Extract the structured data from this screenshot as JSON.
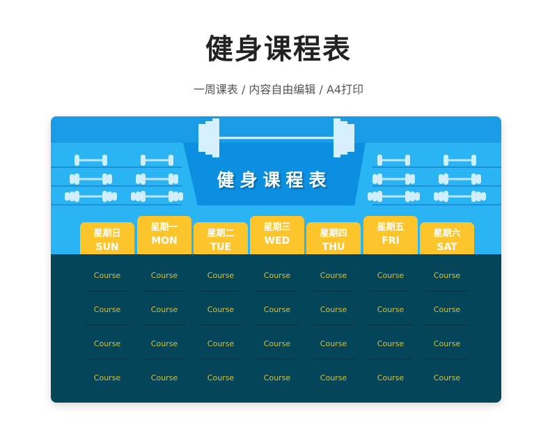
{
  "header": {
    "title": "健身课程表",
    "subtitle": "一周课表 / 内容自由编辑 / A4打印"
  },
  "card": {
    "title": "健身课程表",
    "days": [
      {
        "cn": "星期日",
        "en": "SUN"
      },
      {
        "cn": "星期一",
        "en": "MON"
      },
      {
        "cn": "星期二",
        "en": "TUE"
      },
      {
        "cn": "星期三",
        "en": "WED"
      },
      {
        "cn": "星期四",
        "en": "THU"
      },
      {
        "cn": "星期五",
        "en": "FRI"
      },
      {
        "cn": "星期六",
        "en": "SAT"
      }
    ],
    "rows": [
      [
        "Course",
        "Course",
        "Course",
        "Course",
        "Course",
        "Course",
        "Course"
      ],
      [
        "Course",
        "Course",
        "Course",
        "Course",
        "Course",
        "Course",
        "Course"
      ],
      [
        "Course",
        "Course",
        "Course",
        "Course",
        "Course",
        "Course",
        "Course"
      ],
      [
        "Course",
        "Course",
        "Course",
        "Course",
        "Course",
        "Course",
        "Course"
      ]
    ]
  },
  "colors": {
    "blue": "#1a9be6",
    "light": "#2ab4f4",
    "dark": "#044559",
    "yellow": "#fbc52b",
    "course": "#d8c23a"
  }
}
